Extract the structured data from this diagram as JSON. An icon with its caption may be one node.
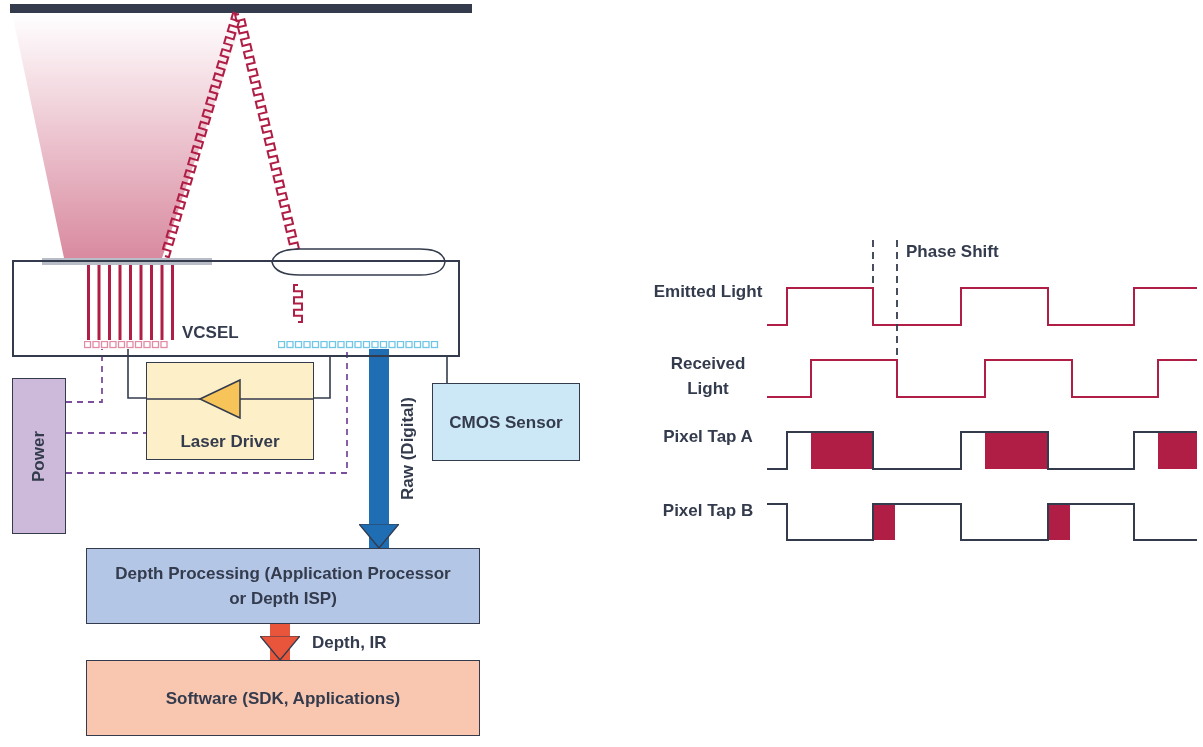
{
  "diagram": {
    "nodes": [
      {
        "text": [],
        "shape": "box"
      },
      {
        "text": [],
        "shape": "bar",
        "in": 0,
        "beside": [
          "VCSEL"
        ]
      },
      {
        "text": [],
        "shape": "bar",
        "in": 0
      },
      {
        "text": [
          "Power"
        ]
      },
      {
        "text": [
          "Laser Driver"
        ]
      },
      {
        "text": [
          "CMOS Sensor"
        ]
      },
      {
        "text": [
          "Depth Processing (Application Processor or Depth ISP)"
        ]
      },
      {
        "text": [
          "Software (SDK, Applications)"
        ]
      }
    ],
    "edges": [
      {
        "from": 3,
        "to": 1,
        "arrow": "none",
        "style": "dashed",
        "color": "#7b4f9e"
      },
      {
        "from": 3,
        "to": 4,
        "arrow": "none",
        "style": "dashed",
        "color": "#7b4f9e"
      },
      {
        "from": 3,
        "to": 2,
        "arrow": "none",
        "style": "dashed",
        "color": "#7b4f9e"
      },
      {
        "from": 4,
        "to": 1,
        "arrow": "none"
      },
      {
        "from": 5,
        "to": 0,
        "arrow": "none"
      },
      {
        "from": 2,
        "to": 6,
        "arrow": "to",
        "label": "Raw (Digital)",
        "style": "thick",
        "color": "#1f6db3"
      },
      {
        "from": 6,
        "to": 7,
        "arrow": "to",
        "label": "Depth, IR",
        "style": "thick",
        "color": "#e8553b"
      },
      {
        "from": 4,
        "to": 0,
        "arrow": "none"
      }
    ],
    "labels": [
      "Phase Shift",
      "Emitted Light",
      "Received Light",
      "Pixel Tap A",
      "Pixel Tap B"
    ]
  }
}
